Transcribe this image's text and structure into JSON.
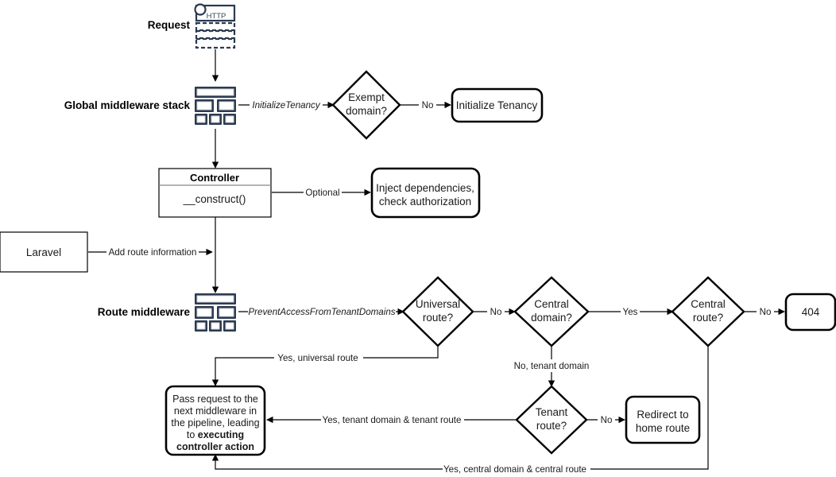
{
  "diagram": {
    "title": "Laravel multi-tenancy request lifecycle flowchart",
    "colors": {
      "stroke": "#000000",
      "icon_navy": "#2b3a4f",
      "background": "#ffffff"
    },
    "row_labels": {
      "request": "Request",
      "global_middleware": "Global middleware stack",
      "route_middleware": "Route middleware"
    },
    "nodes": {
      "http_icon_label": "HTTP",
      "exempt_domain": "Exempt\ndomain?",
      "exempt_domain_line1": "Exempt",
      "exempt_domain_line2": "domain?",
      "initialize_tenancy": "Initialize Tenancy",
      "controller_title": "Controller",
      "controller_method": "__construct()",
      "inject_line1": "Inject dependencies,",
      "inject_line2": "check authorization",
      "laravel": "Laravel",
      "universal_route_line1": "Universal",
      "universal_route_line2": "route?",
      "central_domain_line1": "Central",
      "central_domain_line2": "domain?",
      "central_route_line1": "Central",
      "central_route_line2": "route?",
      "not_found": "404",
      "tenant_route_line1": "Tenant",
      "tenant_route_line2": "route?",
      "redirect_line1": "Redirect to",
      "redirect_line2": "home route",
      "pass_request_line1": "Pass request to the",
      "pass_request_line2": "next middleware in",
      "pass_request_line3": "the pipeline, leading",
      "pass_request_line4_normal": "to ",
      "pass_request_line4_bold": "executing",
      "pass_request_line5_bold": "controller action"
    },
    "edge_labels": {
      "initialize_tenancy": "InitializeTenancy",
      "exempt_no": "No",
      "optional": "Optional",
      "add_route_information": "Add route information",
      "prevent_access": "PreventAccessFromTenantDomains",
      "universal_no": "No",
      "central_domain_yes": "Yes",
      "central_route_no": "No",
      "yes_universal_route": "Yes, universal route",
      "no_tenant_domain": "No, tenant domain",
      "tenant_route_no": "No",
      "yes_tenant_domain_tenant_route": "Yes, tenant domain & tenant route",
      "yes_central_domain_central_route": "Yes, central domain & central route"
    },
    "icons": {
      "http_request": "http-request-icon",
      "middleware_stack": "middleware-stack-icon"
    }
  }
}
